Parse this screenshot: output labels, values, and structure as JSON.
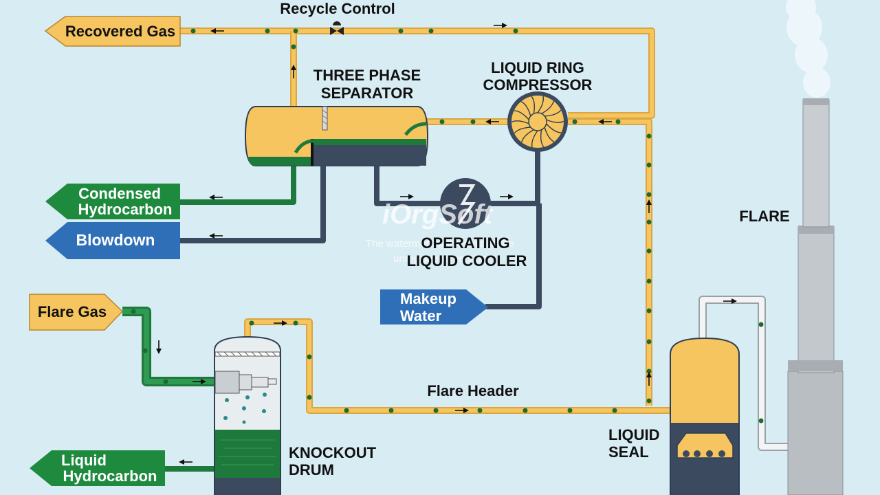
{
  "labels": {
    "recycle_control": "Recycle Control",
    "three_phase_separator": [
      "THREE PHASE",
      "SEPARATOR"
    ],
    "liquid_ring_compressor": [
      "LIQUID RING",
      "COMPRESSOR"
    ],
    "operating_liquid_cooler": [
      "OPERATING",
      "LIQUID COOLER"
    ],
    "flare": "FLARE",
    "flare_header": "Flare Header",
    "liquid_seal": [
      "LIQUID",
      "SEAL"
    ],
    "knockout_drum": [
      "KNOCKOUT",
      "DRUM"
    ]
  },
  "streams": {
    "recovered_gas": [
      "Recovered Gas"
    ],
    "condensed_hydrocarbon": [
      "Condensed",
      "Hydrocarbon"
    ],
    "blowdown": [
      "Blowdown"
    ],
    "makeup_water": [
      "Makeup",
      "Water"
    ],
    "flare_gas": [
      "Flare Gas"
    ],
    "liquid_hydrocarbon": [
      "Liquid",
      "Hydrocarbon"
    ]
  },
  "watermark": {
    "logo": "iOrgSoft",
    "note": [
      "The watermark will remain in the",
      "unregistered version"
    ]
  },
  "colors": {
    "background": "#d8ecf4",
    "gas": "#f6c55f",
    "gas_edge": "#d9a640",
    "condensate": "#1e7a3c",
    "water": "#3b4a5e",
    "blue_tag": "#2e6fb8",
    "green_tag": "#1e8a3e",
    "stack": "#b9bec3",
    "dot": "#1e6b32"
  }
}
